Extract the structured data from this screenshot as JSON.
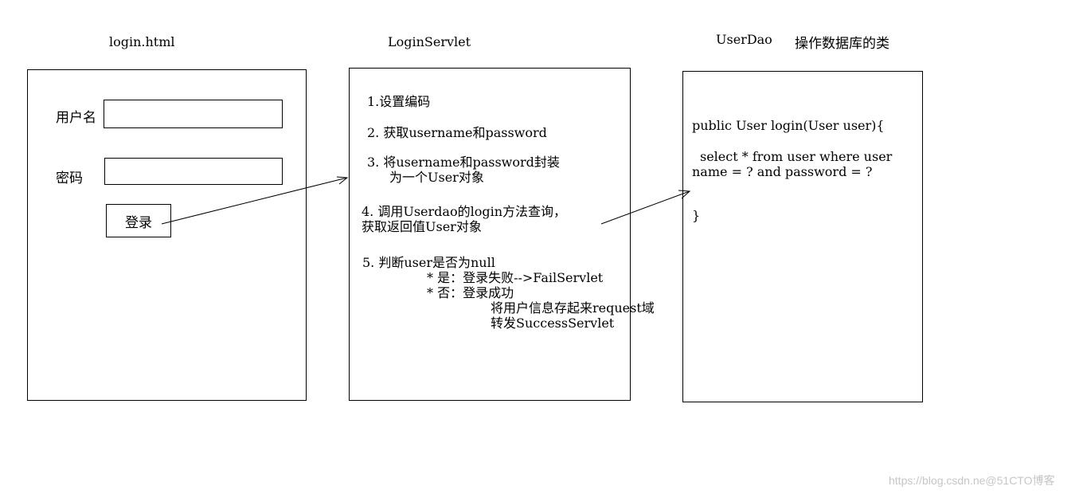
{
  "titles": {
    "login_html": "login.html",
    "login_servlet": "LoginServlet",
    "user_dao": "UserDao",
    "user_dao_desc": "操作数据库的类"
  },
  "login_form": {
    "username_label": "用户名",
    "password_label": "密码",
    "username_value": "",
    "password_value": "",
    "login_button": "登录"
  },
  "servlet_steps": {
    "step1": "1.设置编码",
    "step2": "2. 获取username和password",
    "step3_line1": "3. 将username和password封装",
    "step3_line2": "为一个User对象",
    "step4_line1": "4. 调用Userdao的login方法查询，",
    "step4_line2": "获取返回值User对象",
    "step5_line1": "5. 判断user是否为null",
    "step5_yes": "* 是：登录失败-->FailServlet",
    "step5_no": "* 否：登录成功",
    "step5_no_a": "将用户信息存起来request域",
    "step5_no_b": "转发SuccessServlet"
  },
  "dao_code": {
    "signature": "public User login(User user){",
    "sql_line1": "select * from user where user",
    "sql_line2": "name = ? and password = ?",
    "closing": "}"
  },
  "watermark": "https://blog.csdn.ne@51CTO博客"
}
